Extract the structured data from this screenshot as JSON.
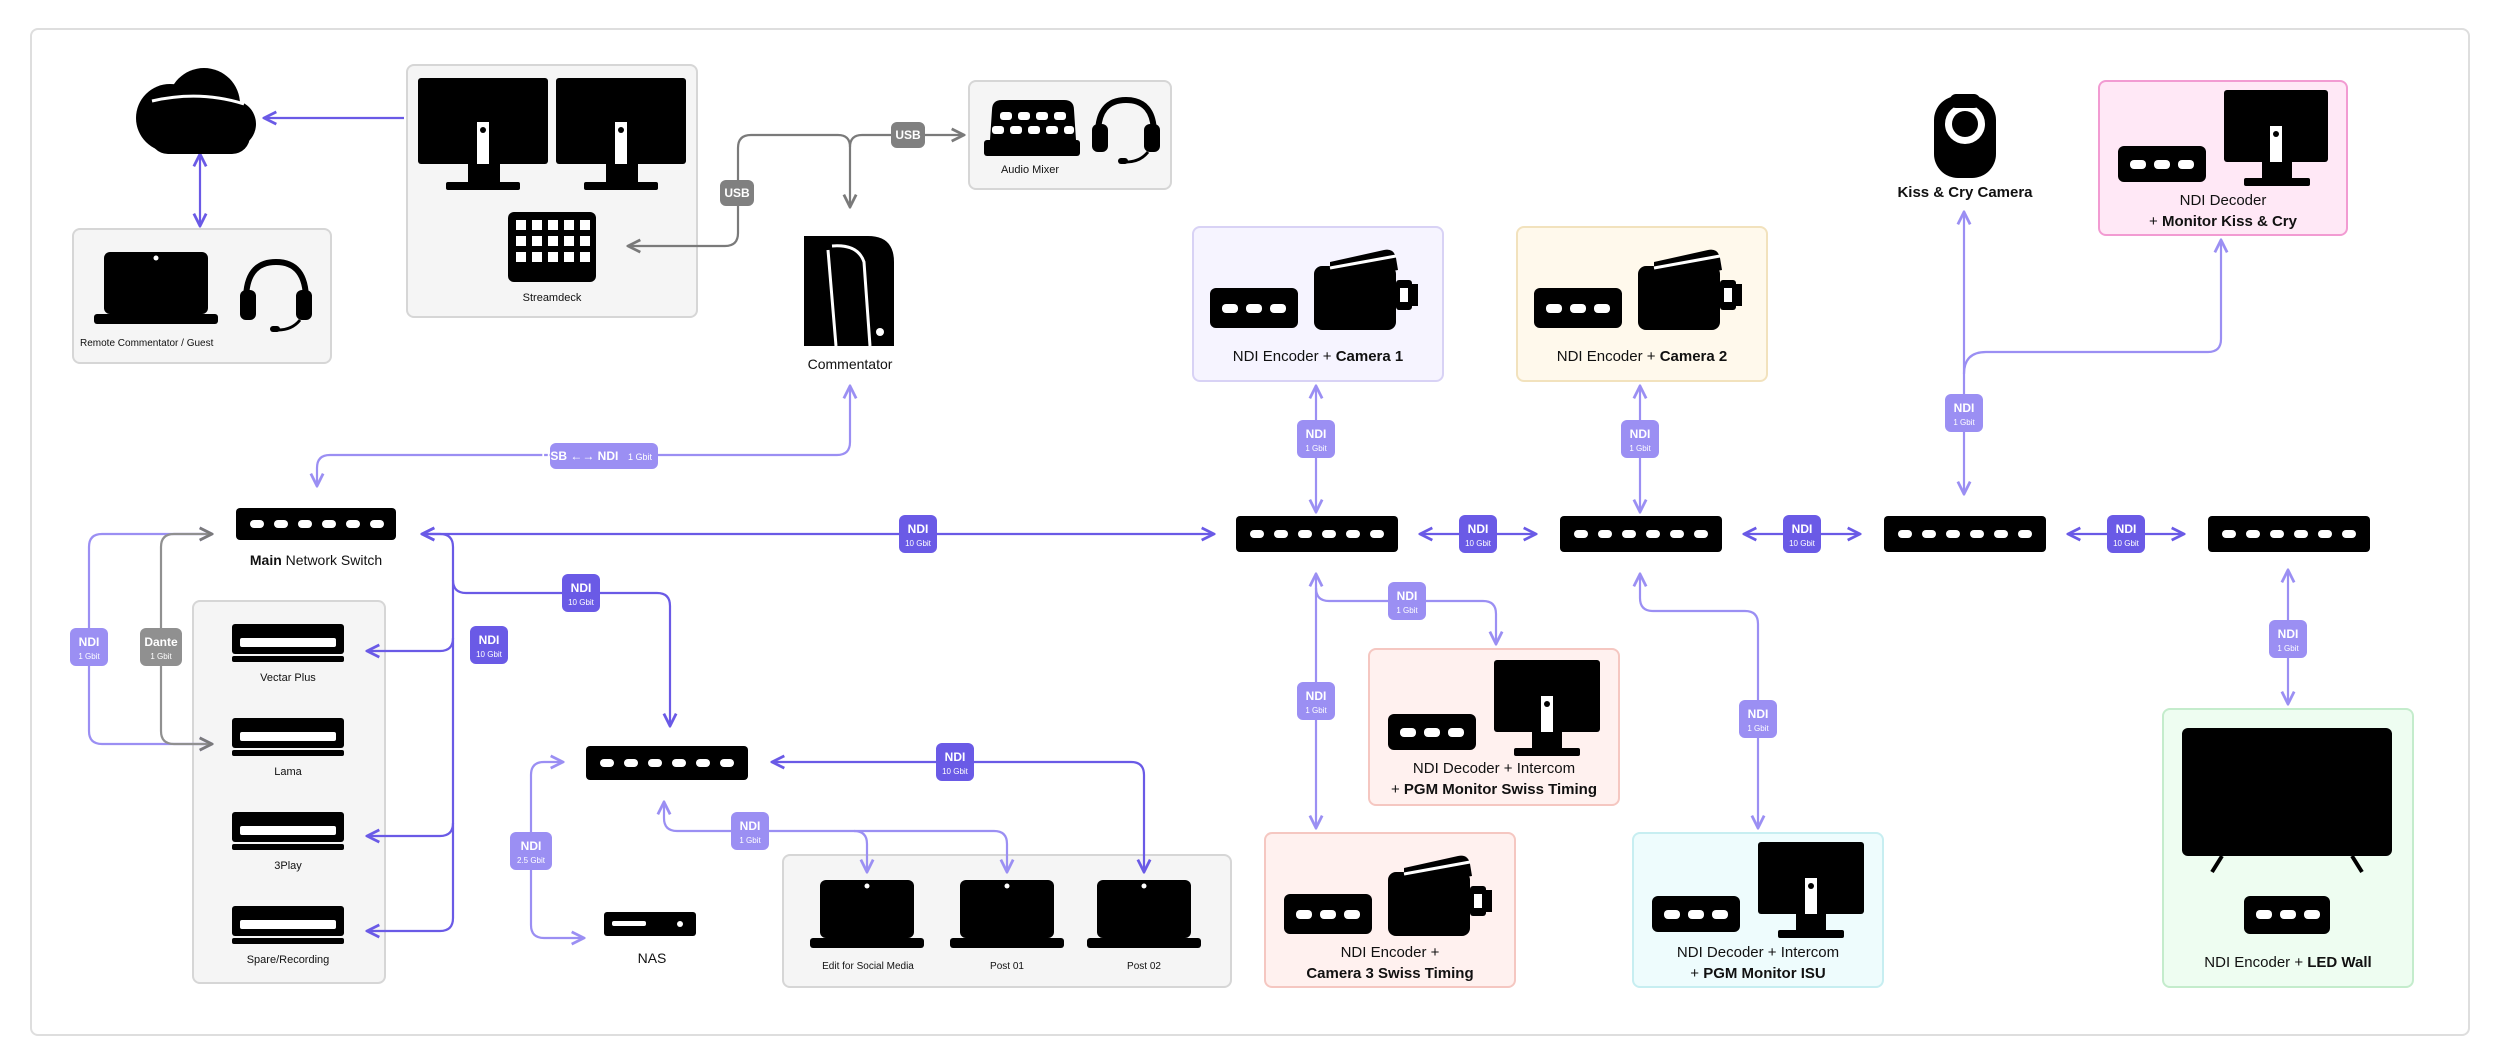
{
  "colors": {
    "accent": "#6a5ae6",
    "accent_light": "#9b8ff3",
    "grey": "#808080"
  },
  "badges": {
    "usb": "USB",
    "ndi": "NDI",
    "dante": "Dante",
    "usb_ndi_main": "USB ←→ NDI",
    "usb_ndi_sub": "1 Gbit",
    "g1": "1 Gbit",
    "g10": "10 Gbit",
    "g25": "2.5 Gbit"
  },
  "labels": {
    "remote_commentator": "Remote Commentator / Guest",
    "streamdeck": "Streamdeck",
    "audio_mixer": "Audio Mixer",
    "commentator": "Commentator",
    "main_switch_bold": "Main",
    "main_switch_rest": " Network Switch",
    "vectar": "Vectar Plus",
    "lama": "Lama",
    "threeplay": "3Play",
    "spare": "Spare/Recording",
    "nas": "NAS",
    "edit_social": "Edit for Social Media",
    "post01": "Post 01",
    "post02": "Post 02",
    "ndi_encoder_plus": "NDI Encoder + ",
    "camera1": "Camera 1",
    "camera2": "Camera 2",
    "camera3_line1": "NDI Encoder +",
    "camera3_line2": "Camera 3 Swiss Timing",
    "pgm_swiss_line1": "NDI Decoder + Intercom",
    "pgm_swiss_plus": "+ ",
    "pgm_swiss_bold": "PGM Monitor Swiss Timing",
    "pgm_isu_line1": "NDI Decoder + Intercom",
    "pgm_isu_plus": "+ ",
    "pgm_isu_bold": "PGM Monitor ISU",
    "kiss_cry_camera": "Kiss & Cry Camera",
    "kiss_decoder_line1": "NDI Decoder",
    "kiss_decoder_plus": "+ ",
    "kiss_decoder_bold": "Monitor Kiss & Cry",
    "led_encoder": "NDI Encoder + ",
    "led_bold": "LED Wall"
  }
}
